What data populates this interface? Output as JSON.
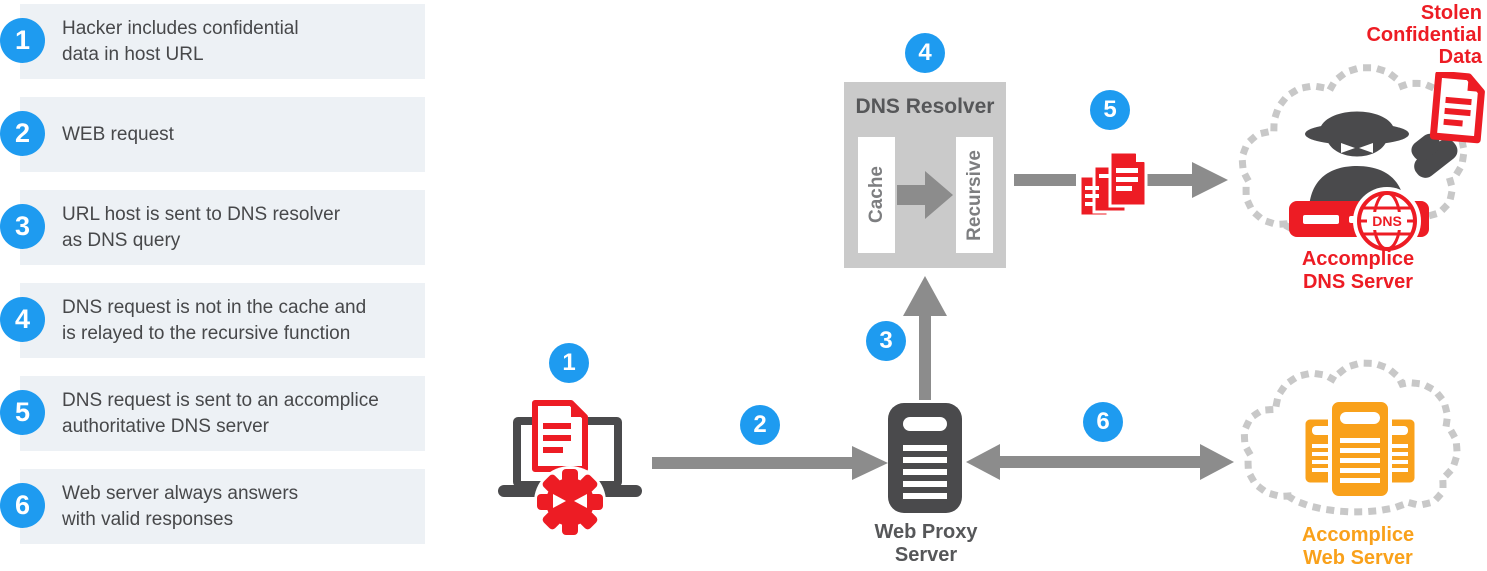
{
  "steps": [
    {
      "num": "1",
      "lines": [
        "Hacker includes confidential",
        "data in host URL"
      ]
    },
    {
      "num": "2",
      "lines": [
        "WEB request"
      ]
    },
    {
      "num": "3",
      "lines": [
        "URL host is sent to DNS resolver",
        "as DNS query"
      ]
    },
    {
      "num": "4",
      "lines": [
        "DNS request is not in the cache and",
        "is relayed to the recursive function"
      ]
    },
    {
      "num": "5",
      "lines": [
        "DNS request is sent to an accomplice",
        "authoritative DNS server"
      ]
    },
    {
      "num": "6",
      "lines": [
        "Web server always answers",
        "with valid responses"
      ]
    }
  ],
  "diagram": {
    "markers": {
      "m1": "1",
      "m2": "2",
      "m3": "3",
      "m4": "4",
      "m5": "5",
      "m6": "6"
    },
    "dns_resolver": {
      "title": "DNS Resolver",
      "cache": "Cache",
      "recursive": "Recursive"
    },
    "web_proxy": {
      "line1": "Web Proxy",
      "line2": "Server"
    },
    "stolen_data": {
      "line1": "Stolen",
      "line2": "Confidential",
      "line3": "Data"
    },
    "accomplice_dns": {
      "line1": "Accomplice",
      "line2": "DNS Server",
      "globe_label": "DNS"
    },
    "accomplice_web": {
      "line1": "Accomplice",
      "line2": "Web Server"
    }
  },
  "colors": {
    "badge_blue": "#1E9BF0",
    "alert_red": "#ED1C24",
    "warning_orange": "#F9A11B",
    "icon_dark": "#4A4A4C",
    "arrow_gray": "#8C8C8C",
    "panel_bg": "#EDF1F5",
    "resolver_bg": "#CACACA",
    "cloud_dot": "#C8C8C8"
  }
}
